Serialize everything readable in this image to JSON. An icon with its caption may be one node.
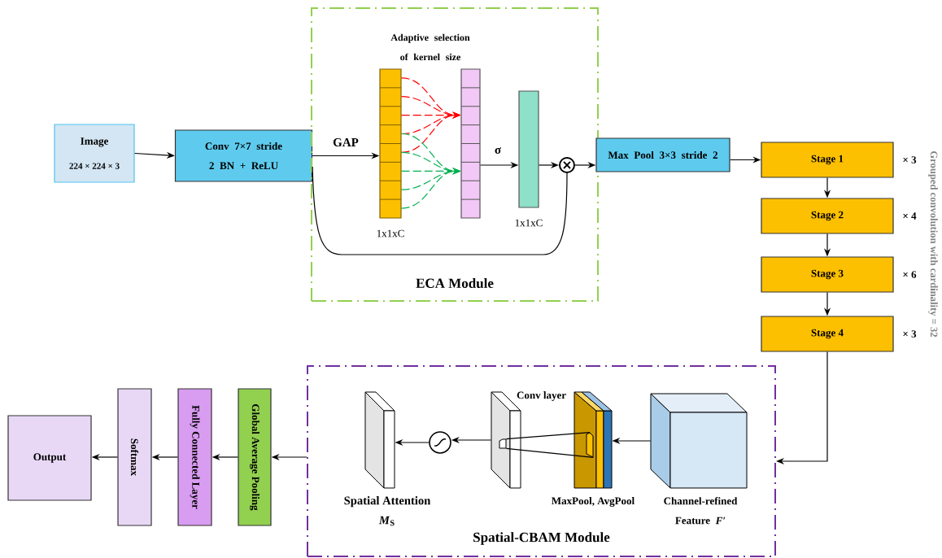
{
  "diagram": {
    "nodes": [
      {
        "text": [
          "Image",
          "224 × 224 × 3"
        ]
      },
      {
        "text": [
          "Conv 7×7 stride 2 BN + ReLU"
        ]
      },
      {
        "text": [
          "ECA Module"
        ]
      },
      {
        "text": [],
        "shape": "bar",
        "in": 2,
        "beside": [
          "1x1xC"
        ]
      },
      {
        "text": [],
        "shape": "bar",
        "in": 2
      },
      {
        "text": [],
        "shape": "bar",
        "in": 2,
        "beside": [
          "1x1xC"
        ]
      },
      {
        "text": [],
        "shape": "circle",
        "in": 2
      },
      {
        "text": [
          "Max Pool 3×3 stride 2"
        ]
      },
      {
        "text": [
          "Stage 1"
        ],
        "beside": [
          "× 3"
        ]
      },
      {
        "text": [
          "Stage 2"
        ],
        "beside": [
          "× 4"
        ]
      },
      {
        "text": [
          "Stage 3"
        ],
        "beside": [
          "× 6"
        ]
      },
      {
        "text": [
          "Stage 4"
        ],
        "beside": [
          "× 3"
        ]
      },
      {
        "text": [
          "Spatial-CBAM Module"
        ]
      },
      {
        "text": [
          "Channel-refined Feature *F′*"
        ],
        "in": 12
      },
      {
        "text": [
          "MaxPool, AvgPool"
        ],
        "in": 12
      },
      {
        "text": [
          "Conv layer"
        ],
        "in": 12
      },
      {
        "text": [],
        "shape": "circle",
        "in": 12
      },
      {
        "text": [
          "Spatial Attention",
          "*M*$_{S}$"
        ],
        "in": 12
      },
      {
        "text": [
          "Global Average Pooling"
        ]
      },
      {
        "text": [
          "Fully Connected Layer"
        ]
      },
      {
        "text": [
          "Softmax"
        ]
      },
      {
        "text": [
          "Output"
        ]
      },
      {
        "text": [],
        "shape": "box",
        "in": 15
      },
      {
        "text": [],
        "shape": "box",
        "in": 14
      }
    ],
    "edges": [
      {
        "from": 0,
        "to": 1,
        "arrow": "to"
      },
      {
        "from": 1,
        "to": 3,
        "arrow": "to",
        "label": "GAP"
      },
      {
        "from": 3,
        "to": 4,
        "arrow": "to",
        "style": "dashed",
        "color": "#ff0000"
      },
      {
        "from": 3,
        "to": 4,
        "arrow": "to",
        "style": "dashed",
        "color": "#ff0000"
      },
      {
        "from": 3,
        "to": 4,
        "arrow": "to",
        "style": "dashed",
        "color": "#ff0000"
      },
      {
        "from": 3,
        "to": 4,
        "arrow": "to",
        "style": "dashed",
        "color": "#ff0000"
      },
      {
        "from": 3,
        "to": 4,
        "arrow": "to",
        "style": "dashed",
        "color": "#ff0000"
      },
      {
        "from": 3,
        "to": 4,
        "arrow": "to",
        "style": "dashed",
        "color": "#00b050"
      },
      {
        "from": 3,
        "to": 4,
        "arrow": "to",
        "style": "dashed",
        "color": "#00b050"
      },
      {
        "from": 3,
        "to": 4,
        "arrow": "to",
        "style": "dashed",
        "color": "#00b050"
      },
      {
        "from": 3,
        "to": 4,
        "arrow": "to",
        "style": "dashed",
        "color": "#00b050"
      },
      {
        "from": 3,
        "to": 4,
        "arrow": "to",
        "style": "dashed",
        "color": "#00b050"
      },
      {
        "from": 4,
        "to": 5,
        "arrow": "to",
        "label": "σ"
      },
      {
        "from": 5,
        "to": 6,
        "arrow": "to"
      },
      {
        "from": 1,
        "to": 6,
        "arrow": "none"
      },
      {
        "from": 6,
        "to": 7,
        "arrow": "to"
      },
      {
        "from": 7,
        "to": 8,
        "arrow": "to"
      },
      {
        "from": 8,
        "to": 9,
        "arrow": "to"
      },
      {
        "from": 9,
        "to": 10,
        "arrow": "to"
      },
      {
        "from": 10,
        "to": 11,
        "arrow": "to"
      },
      {
        "from": 11,
        "to": 12,
        "arrow": "to"
      },
      {
        "from": 13,
        "to": 14,
        "arrow": "to"
      },
      {
        "from": 23,
        "to": 22,
        "arrow": "none"
      },
      {
        "from": 23,
        "to": 22,
        "arrow": "none"
      },
      {
        "from": 15,
        "to": 16,
        "arrow": "to"
      },
      {
        "from": 16,
        "to": 17,
        "arrow": "to"
      },
      {
        "from": 12,
        "to": 18,
        "arrow": "to"
      },
      {
        "from": 18,
        "to": 19,
        "arrow": "to"
      },
      {
        "from": 19,
        "to": 20,
        "arrow": "to"
      },
      {
        "from": 20,
        "to": 21,
        "arrow": "to"
      }
    ],
    "labels": [
      "Adaptive selection of kernel size",
      "Grouped convolution with cardinality = 32"
    ]
  }
}
